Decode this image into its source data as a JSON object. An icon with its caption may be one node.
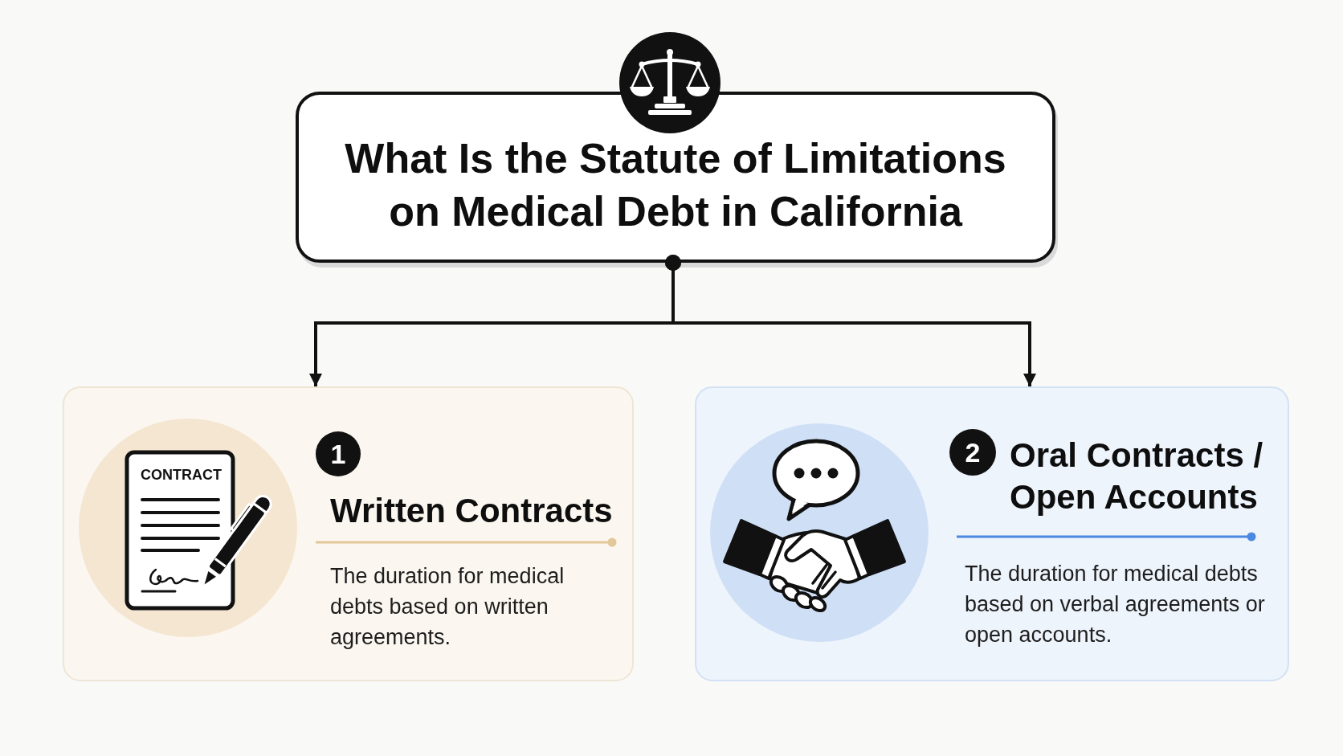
{
  "diagram": {
    "nodes": [
      {
        "text": [
          "What Is the Statute of Limitations on Medical Debt in California"
        ]
      },
      {
        "text": [
          "CONTRACT",
          "1",
          "Written Contracts",
          "The duration for medical debts based on written agreements."
        ]
      },
      {
        "text": [
          "2",
          "Oral Contracts / Open Accounts",
          "The duration for medical debts based on verbal agreements or open accounts."
        ]
      }
    ],
    "edges": [
      {
        "from": 0,
        "to": 1,
        "arrow": "to"
      },
      {
        "from": 0,
        "to": 2,
        "arrow": "to"
      }
    ]
  }
}
